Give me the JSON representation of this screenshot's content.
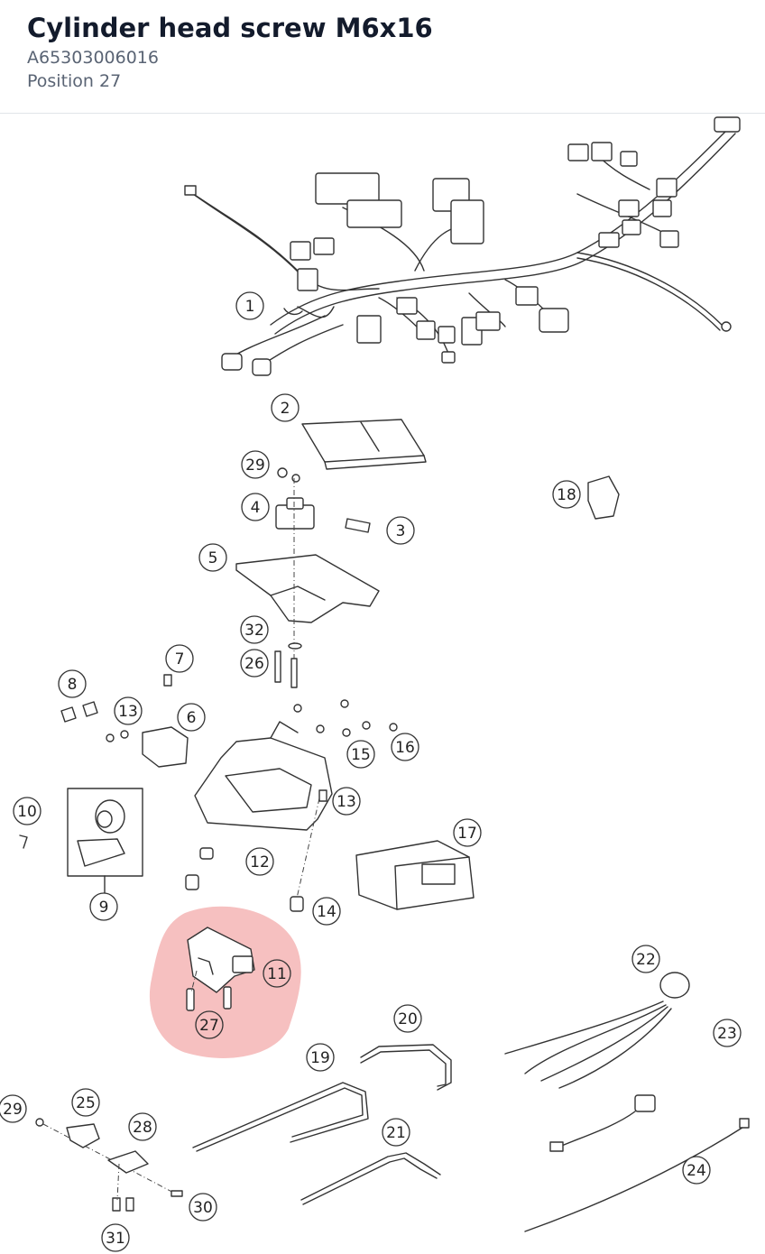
{
  "header": {
    "title": "Cylinder head screw M6x16",
    "part_number": "A65303006016",
    "position": "Position 27"
  },
  "highlight": {
    "color": "#ef8d8d",
    "selected_position": "27"
  },
  "callouts": [
    {
      "label": "1"
    },
    {
      "label": "2"
    },
    {
      "label": "29"
    },
    {
      "label": "4"
    },
    {
      "label": "3"
    },
    {
      "label": "18"
    },
    {
      "label": "5"
    },
    {
      "label": "32"
    },
    {
      "label": "7"
    },
    {
      "label": "26"
    },
    {
      "label": "8"
    },
    {
      "label": "13"
    },
    {
      "label": "6"
    },
    {
      "label": "15"
    },
    {
      "label": "16"
    },
    {
      "label": "10"
    },
    {
      "label": "13"
    },
    {
      "label": "17"
    },
    {
      "label": "12"
    },
    {
      "label": "9"
    },
    {
      "label": "14"
    },
    {
      "label": "11"
    },
    {
      "label": "27"
    },
    {
      "label": "22"
    },
    {
      "label": "20"
    },
    {
      "label": "23"
    },
    {
      "label": "19"
    },
    {
      "label": "29"
    },
    {
      "label": "25"
    },
    {
      "label": "28"
    },
    {
      "label": "21"
    },
    {
      "label": "24"
    },
    {
      "label": "30"
    },
    {
      "label": "31"
    }
  ]
}
